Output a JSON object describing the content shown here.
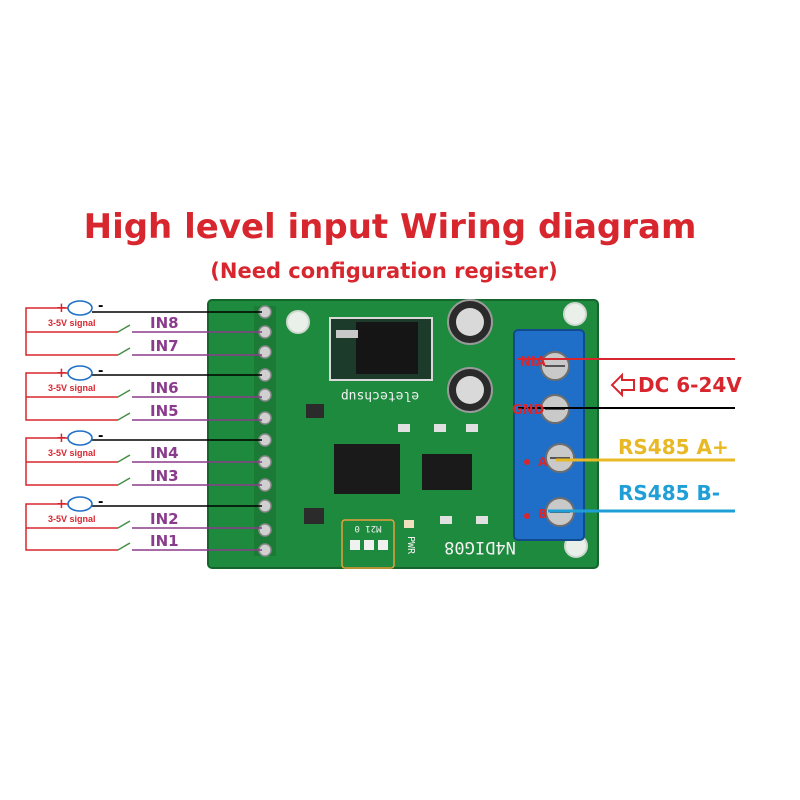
{
  "title": "High level input Wiring diagram",
  "subtitle": "(Need configuration register)",
  "inputs": [
    {
      "label": "IN8",
      "signal_label": "3-5V signal"
    },
    {
      "label": "IN7"
    },
    {
      "label": "IN6",
      "signal_label": "3-5V signal"
    },
    {
      "label": "IN5"
    },
    {
      "label": "IN4",
      "signal_label": "3-5V signal"
    },
    {
      "label": "IN3"
    },
    {
      "label": "IN2",
      "signal_label": "3-5V signal"
    },
    {
      "label": "IN1"
    }
  ],
  "signal_plus": "+",
  "signal_minus": "-",
  "terminal_labels": [
    "NIA",
    "GND",
    "A",
    "B"
  ],
  "power_label": "DC 6-24V",
  "rs485_a_label": "RS485 A+",
  "rs485_b_label": "RS485 B-",
  "board": {
    "model": "N4DIG08",
    "brand": "eletechsup",
    "pwr_label": "PWR",
    "dip_label": "M21 0"
  },
  "colors": {
    "title": "#d8262f",
    "input_wire": "#8a3c8c",
    "signal_wire": "#d8262f",
    "gnd_wire": "#000000",
    "power_wire": "#d8262f",
    "rs485_a": "#e8b825",
    "rs485_b": "#1f9fd6",
    "pcb": "#1e8a3e",
    "terminal_block": "#1f6fc8"
  }
}
